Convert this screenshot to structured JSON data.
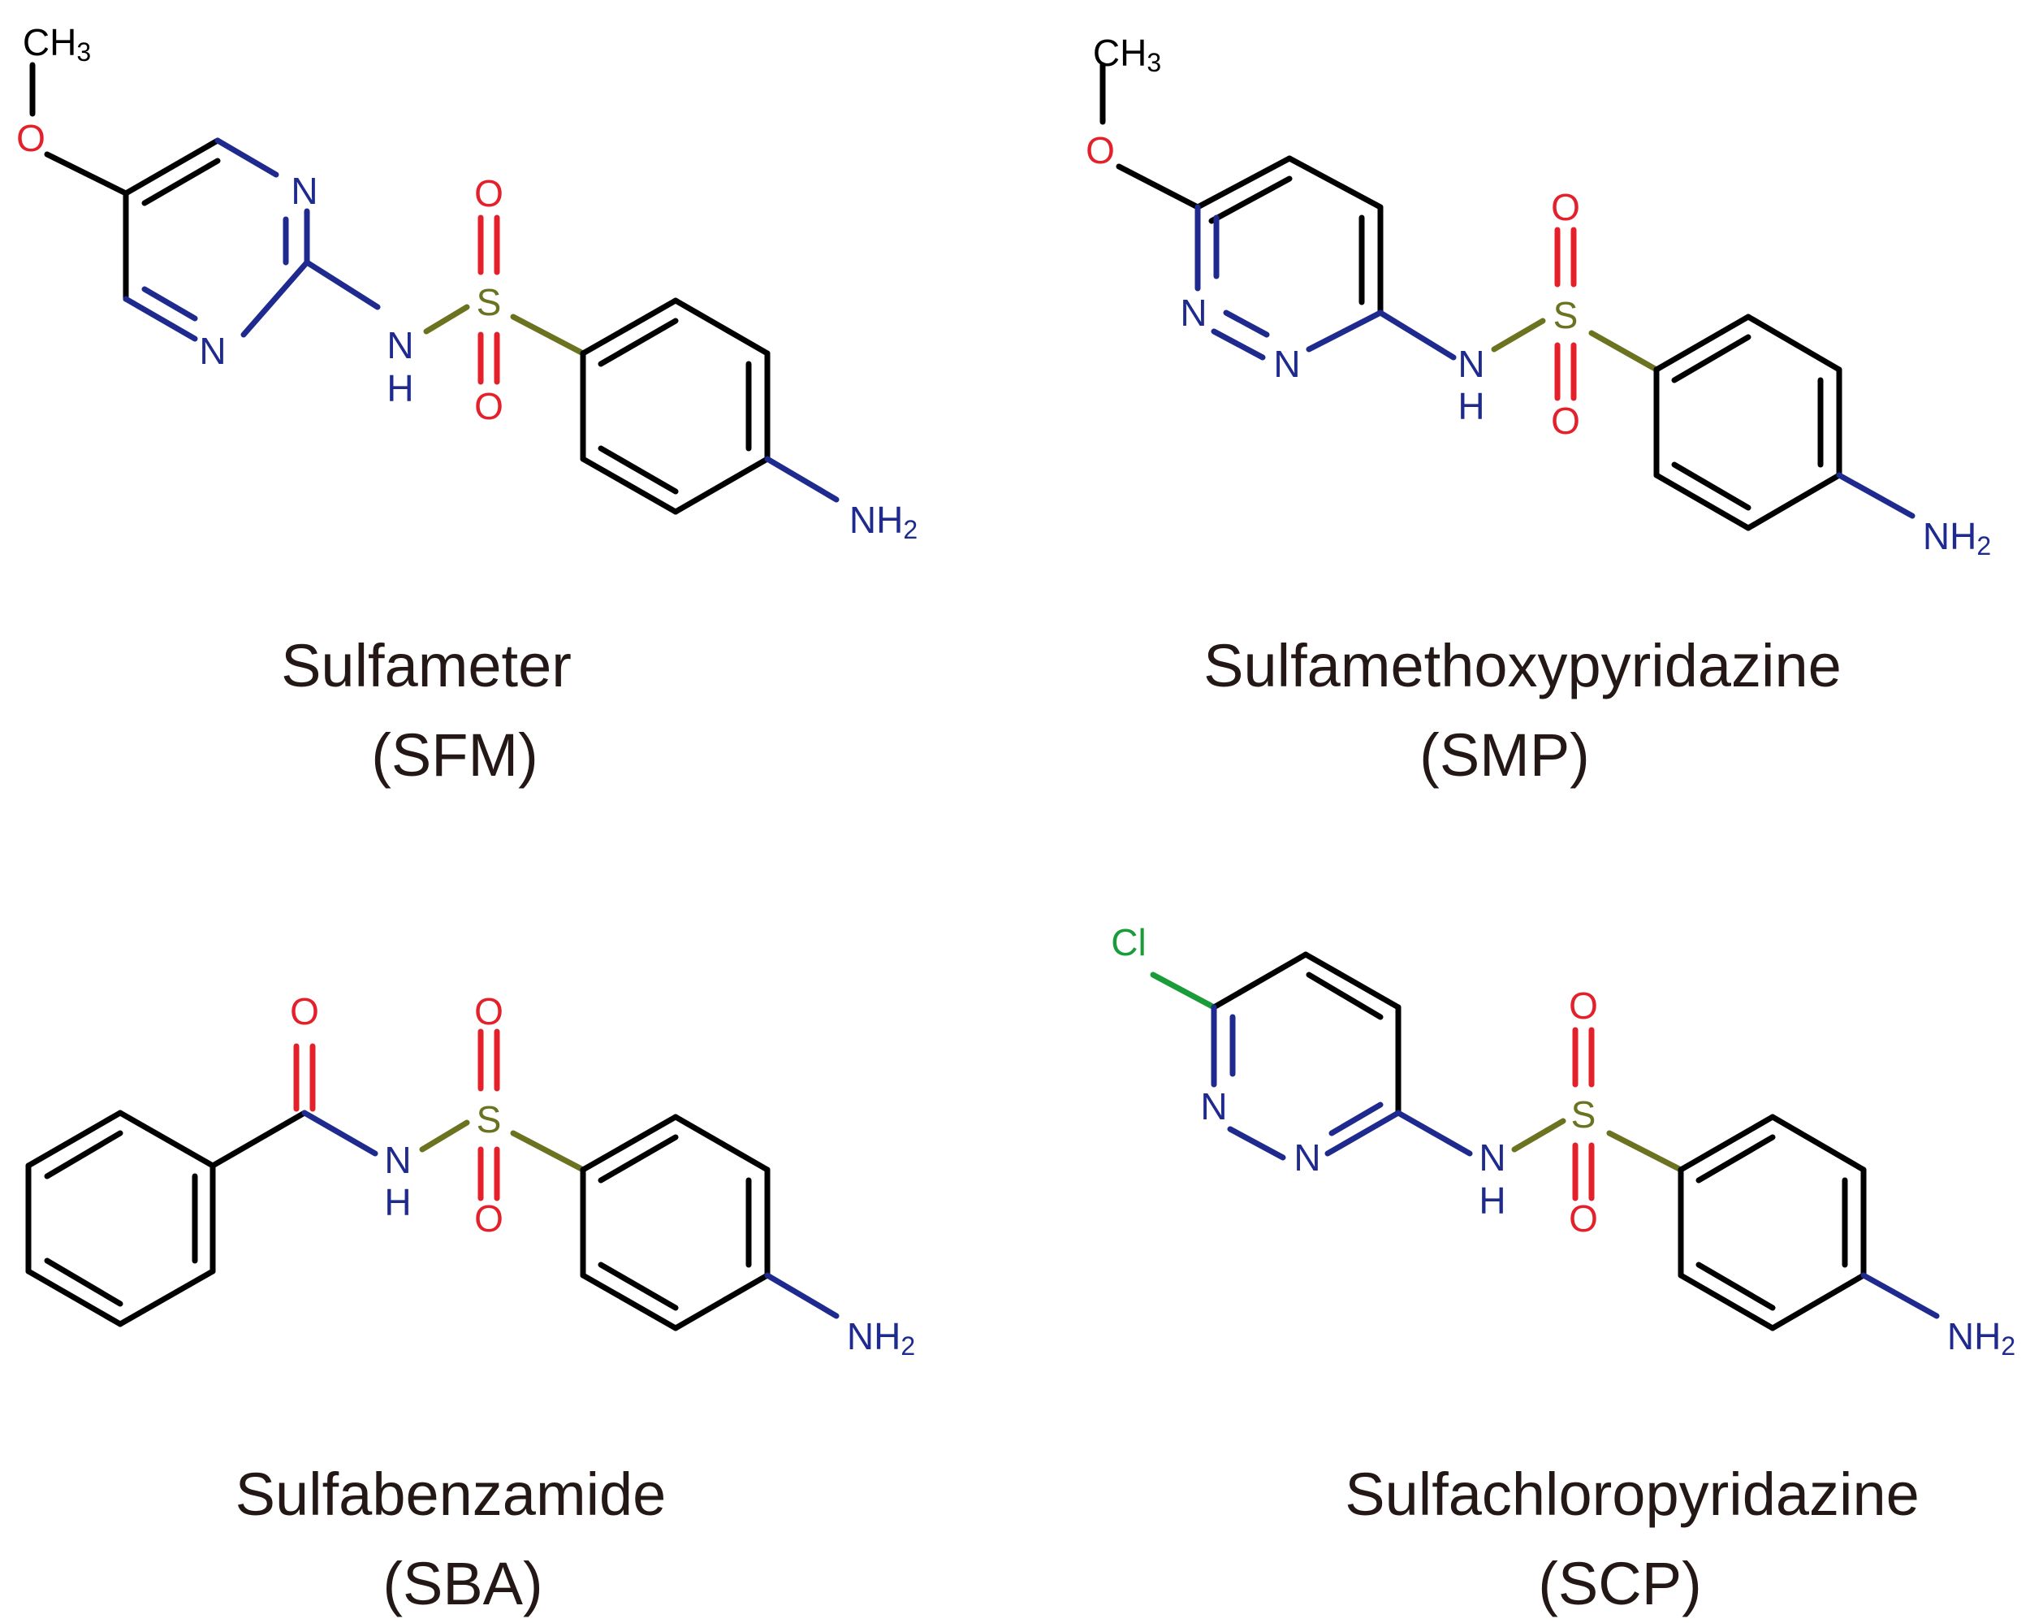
{
  "colors": {
    "bond": "#000000",
    "N": "#1f2a8f",
    "O": "#e4202a",
    "S": "#6b7320",
    "Cl": "#1a9c3a",
    "caption": "#231815"
  },
  "compounds": [
    {
      "name": "Sulfameter",
      "abbrev": "(SFM)",
      "labels": {
        "ch3": "CH3",
        "o_methoxy": "O",
        "n_ring_a": "N",
        "n_ring_b": "N",
        "nh_n": "N",
        "nh_h": "H",
        "s": "S",
        "o_top": "O",
        "o_bottom": "O",
        "nh2": "NH2"
      }
    },
    {
      "name": "Sulfamethoxypyridazine",
      "abbrev": "(SMP)",
      "labels": {
        "ch3": "CH3",
        "o_methoxy": "O",
        "n_ring_a": "N",
        "n_ring_b": "N",
        "nh_n": "N",
        "nh_h": "H",
        "s": "S",
        "o_top": "O",
        "o_bottom": "O",
        "nh2": "NH2"
      }
    },
    {
      "name": "Sulfabenzamide",
      "abbrev": "(SBA)",
      "labels": {
        "o_carbonyl": "O",
        "nh_n": "N",
        "nh_h": "H",
        "s": "S",
        "o_top": "O",
        "o_bottom": "O",
        "nh2": "NH2"
      }
    },
    {
      "name": "Sulfachloropyridazine",
      "abbrev": "(SCP)",
      "labels": {
        "cl": "Cl",
        "n_ring_a": "N",
        "n_ring_b": "N",
        "nh_n": "N",
        "nh_h": "H",
        "s": "S",
        "o_top": "O",
        "o_bottom": "O",
        "nh2": "NH2"
      }
    }
  ]
}
